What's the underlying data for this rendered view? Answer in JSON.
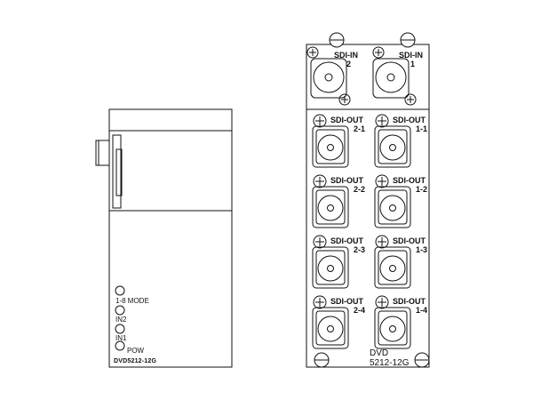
{
  "front_panel": {
    "leds": [
      {
        "label": "1-8 MODE"
      },
      {
        "label": "IN2"
      },
      {
        "label": "IN1"
      },
      {
        "label": "POW"
      }
    ],
    "model": "DVD5212-12G"
  },
  "rear_panel": {
    "inputs": [
      {
        "line1": "SDI-IN",
        "line2": "2"
      },
      {
        "line1": "SDI-IN",
        "line2": "1"
      }
    ],
    "outputs": [
      {
        "line1": "SDI-OUT",
        "line2": "2-1"
      },
      {
        "line1": "SDI-OUT",
        "line2": "1-1"
      },
      {
        "line1": "SDI-OUT",
        "line2": "2-2"
      },
      {
        "line1": "SDI-OUT",
        "line2": "1-2"
      },
      {
        "line1": "SDI-OUT",
        "line2": "2-3"
      },
      {
        "line1": "SDI-OUT",
        "line2": "1-3"
      },
      {
        "line1": "SDI-OUT",
        "line2": "2-4"
      },
      {
        "line1": "SDI-OUT",
        "line2": "1-4"
      }
    ],
    "model_line1": "DVD",
    "model_line2": "5212-12G"
  },
  "icons": [
    "bnc-connector-icon",
    "screw-icon"
  ]
}
